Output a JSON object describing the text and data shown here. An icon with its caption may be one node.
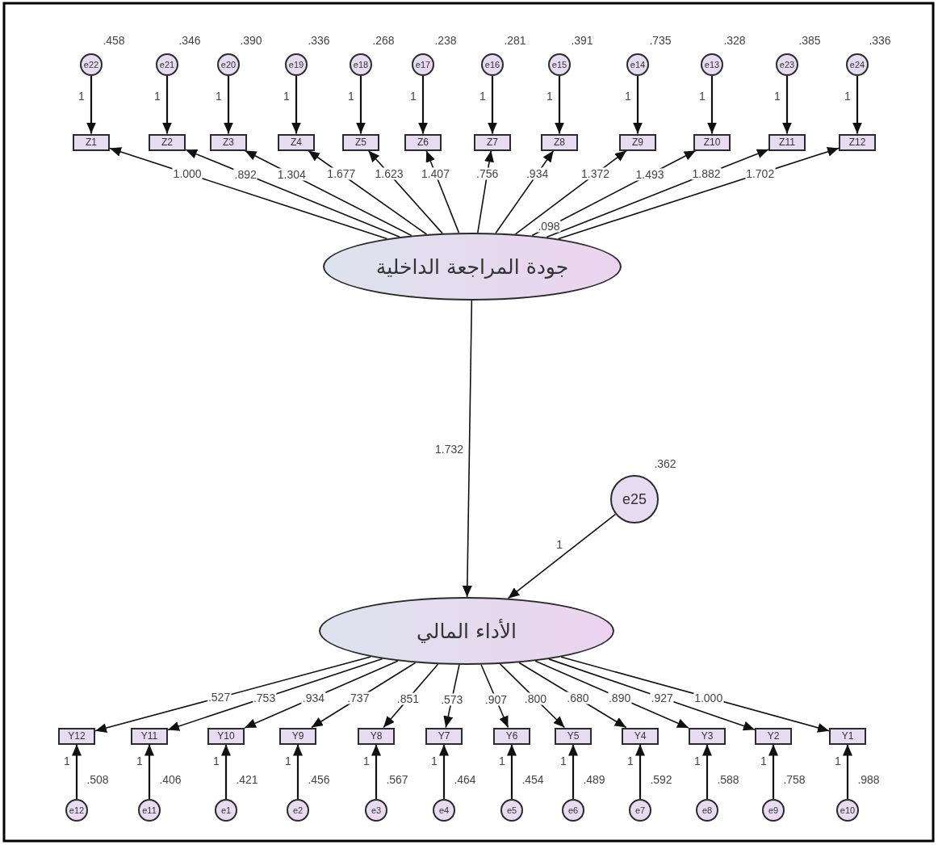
{
  "diagram": {
    "nodes": [
      {
        "text": [
          "e22"
        ],
        "beside": [
          ".458"
        ]
      },
      {
        "text": [
          "e21"
        ],
        "beside": [
          ".346"
        ]
      },
      {
        "text": [
          "e20"
        ],
        "beside": [
          ".390"
        ]
      },
      {
        "text": [
          "e19"
        ],
        "beside": [
          ".336"
        ]
      },
      {
        "text": [
          "e18"
        ],
        "beside": [
          ".268"
        ]
      },
      {
        "text": [
          "e17"
        ],
        "beside": [
          ".238"
        ]
      },
      {
        "text": [
          "e16"
        ],
        "beside": [
          ".281"
        ]
      },
      {
        "text": [
          "e15"
        ],
        "beside": [
          ".391"
        ]
      },
      {
        "text": [
          "e14"
        ],
        "beside": [
          ".735"
        ]
      },
      {
        "text": [
          "e13"
        ],
        "beside": [
          ".328"
        ]
      },
      {
        "text": [
          "e23"
        ],
        "beside": [
          ".385"
        ]
      },
      {
        "text": [
          "e24"
        ],
        "beside": [
          ".336"
        ]
      },
      {
        "text": [
          "Z1"
        ]
      },
      {
        "text": [
          "Z2"
        ]
      },
      {
        "text": [
          "Z3"
        ]
      },
      {
        "text": [
          "Z4"
        ]
      },
      {
        "text": [
          "Z5"
        ]
      },
      {
        "text": [
          "Z6"
        ]
      },
      {
        "text": [
          "Z7"
        ]
      },
      {
        "text": [
          "Z8"
        ]
      },
      {
        "text": [
          "Z9"
        ]
      },
      {
        "text": [
          "Z10"
        ]
      },
      {
        "text": [
          "Z11"
        ]
      },
      {
        "text": [
          "Z12"
        ]
      },
      {
        "text": [
          "جودة المراجعة الداخلية"
        ],
        "beside": [
          ".098"
        ]
      },
      {
        "text": [
          "e25"
        ],
        "beside": [
          ".362"
        ]
      },
      {
        "text": [
          "الأداء المالي"
        ]
      },
      {
        "text": [
          "Y12"
        ]
      },
      {
        "text": [
          "Y11"
        ]
      },
      {
        "text": [
          "Y10"
        ]
      },
      {
        "text": [
          "Y9"
        ]
      },
      {
        "text": [
          "Y8"
        ]
      },
      {
        "text": [
          "Y7"
        ]
      },
      {
        "text": [
          "Y6"
        ]
      },
      {
        "text": [
          "Y5"
        ]
      },
      {
        "text": [
          "Y4"
        ]
      },
      {
        "text": [
          "Y3"
        ]
      },
      {
        "text": [
          "Y2"
        ]
      },
      {
        "text": [
          "Y1"
        ]
      },
      {
        "text": [
          "e12"
        ],
        "beside": [
          ".508"
        ]
      },
      {
        "text": [
          "e11"
        ],
        "beside": [
          ".406"
        ]
      },
      {
        "text": [
          "e1"
        ],
        "beside": [
          ".421"
        ]
      },
      {
        "text": [
          "e2"
        ],
        "beside": [
          ".456"
        ]
      },
      {
        "text": [
          "e3"
        ],
        "beside": [
          ".567"
        ]
      },
      {
        "text": [
          "e4"
        ],
        "beside": [
          ".464"
        ]
      },
      {
        "text": [
          "e5"
        ],
        "beside": [
          ".454"
        ]
      },
      {
        "text": [
          "e6"
        ],
        "beside": [
          ".489"
        ]
      },
      {
        "text": [
          "e7"
        ],
        "beside": [
          ".592"
        ]
      },
      {
        "text": [
          "e8"
        ],
        "beside": [
          ".588"
        ]
      },
      {
        "text": [
          "e9"
        ],
        "beside": [
          ".758"
        ]
      },
      {
        "text": [
          "e10"
        ],
        "beside": [
          ".988"
        ]
      }
    ],
    "edges": [
      {
        "from": 0,
        "to": 12,
        "arrow": "to",
        "label": "1"
      },
      {
        "from": 1,
        "to": 13,
        "arrow": "to",
        "label": "1"
      },
      {
        "from": 2,
        "to": 14,
        "arrow": "to",
        "label": "1"
      },
      {
        "from": 3,
        "to": 15,
        "arrow": "to",
        "label": "1"
      },
      {
        "from": 4,
        "to": 16,
        "arrow": "to",
        "label": "1"
      },
      {
        "from": 5,
        "to": 17,
        "arrow": "to",
        "label": "1"
      },
      {
        "from": 6,
        "to": 18,
        "arrow": "to",
        "label": "1"
      },
      {
        "from": 7,
        "to": 19,
        "arrow": "to",
        "label": "1"
      },
      {
        "from": 8,
        "to": 20,
        "arrow": "to",
        "label": "1"
      },
      {
        "from": 9,
        "to": 21,
        "arrow": "to",
        "label": "1"
      },
      {
        "from": 10,
        "to": 22,
        "arrow": "to",
        "label": "1"
      },
      {
        "from": 11,
        "to": 23,
        "arrow": "to",
        "label": "1"
      },
      {
        "from": 24,
        "to": 12,
        "arrow": "to",
        "label": "1.000"
      },
      {
        "from": 24,
        "to": 13,
        "arrow": "to",
        "label": ".892"
      },
      {
        "from": 24,
        "to": 14,
        "arrow": "to",
        "label": "1.304"
      },
      {
        "from": 24,
        "to": 15,
        "arrow": "to",
        "label": "1.677"
      },
      {
        "from": 24,
        "to": 16,
        "arrow": "to",
        "label": "1.623"
      },
      {
        "from": 24,
        "to": 17,
        "arrow": "to",
        "label": "1.407"
      },
      {
        "from": 24,
        "to": 18,
        "arrow": "to",
        "label": ".756"
      },
      {
        "from": 24,
        "to": 19,
        "arrow": "to",
        "label": ".934"
      },
      {
        "from": 24,
        "to": 20,
        "arrow": "to",
        "label": "1.372"
      },
      {
        "from": 24,
        "to": 21,
        "arrow": "to",
        "label": "1.493"
      },
      {
        "from": 24,
        "to": 22,
        "arrow": "to",
        "label": "1.882"
      },
      {
        "from": 24,
        "to": 23,
        "arrow": "to",
        "label": "1.702"
      },
      {
        "from": 24,
        "to": 26,
        "arrow": "to",
        "label": "1.732"
      },
      {
        "from": 25,
        "to": 26,
        "arrow": "to",
        "label": "1"
      },
      {
        "from": 26,
        "to": 27,
        "arrow": "to",
        "label": ".527"
      },
      {
        "from": 26,
        "to": 28,
        "arrow": "to",
        "label": ".753"
      },
      {
        "from": 26,
        "to": 29,
        "arrow": "to",
        "label": ".934"
      },
      {
        "from": 26,
        "to": 30,
        "arrow": "to",
        "label": ".737"
      },
      {
        "from": 26,
        "to": 31,
        "arrow": "to",
        "label": ".851"
      },
      {
        "from": 26,
        "to": 32,
        "arrow": "to",
        "label": ".573"
      },
      {
        "from": 26,
        "to": 33,
        "arrow": "to",
        "label": ".907"
      },
      {
        "from": 26,
        "to": 34,
        "arrow": "to",
        "label": ".800"
      },
      {
        "from": 26,
        "to": 35,
        "arrow": "to",
        "label": ".680"
      },
      {
        "from": 26,
        "to": 36,
        "arrow": "to",
        "label": ".890"
      },
      {
        "from": 26,
        "to": 37,
        "arrow": "to",
        "label": ".927"
      },
      {
        "from": 26,
        "to": 38,
        "arrow": "to",
        "label": "1.000"
      },
      {
        "from": 39,
        "to": 27,
        "arrow": "to",
        "label": "1"
      },
      {
        "from": 40,
        "to": 28,
        "arrow": "to",
        "label": "1"
      },
      {
        "from": 41,
        "to": 29,
        "arrow": "to",
        "label": "1"
      },
      {
        "from": 42,
        "to": 30,
        "arrow": "to",
        "label": "1"
      },
      {
        "from": 43,
        "to": 31,
        "arrow": "to",
        "label": "1"
      },
      {
        "from": 44,
        "to": 32,
        "arrow": "to",
        "label": "1"
      },
      {
        "from": 45,
        "to": 33,
        "arrow": "to",
        "label": "1"
      },
      {
        "from": 46,
        "to": 34,
        "arrow": "to",
        "label": "1"
      },
      {
        "from": 47,
        "to": 35,
        "arrow": "to",
        "label": "1"
      },
      {
        "from": 48,
        "to": 36,
        "arrow": "to",
        "label": "1"
      },
      {
        "from": 49,
        "to": 37,
        "arrow": "to",
        "label": "1"
      },
      {
        "from": 50,
        "to": 38,
        "arrow": "to",
        "label": "1"
      }
    ]
  }
}
